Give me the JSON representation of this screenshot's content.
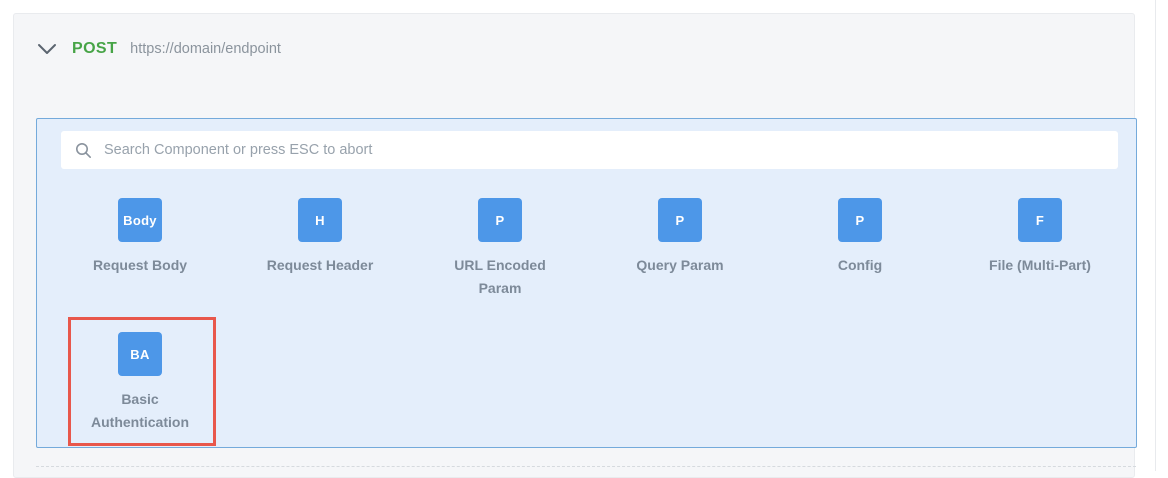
{
  "request": {
    "method": "POST",
    "url": "https://domain/endpoint"
  },
  "search": {
    "placeholder": "Search Component or press ESC to abort"
  },
  "components": [
    {
      "badge": "Body",
      "label": "Request Body",
      "lines": [
        "Request Body"
      ],
      "slug": "request-body",
      "highlighted": false
    },
    {
      "badge": "H",
      "label": "Request Header",
      "lines": [
        "Request Header"
      ],
      "slug": "request-header",
      "highlighted": false
    },
    {
      "badge": "P",
      "label": "URL Encoded Param",
      "lines": [
        "URL Encoded",
        "Param"
      ],
      "slug": "url-encoded-param",
      "highlighted": false
    },
    {
      "badge": "P",
      "label": "Query Param",
      "lines": [
        "Query Param"
      ],
      "slug": "query-param",
      "highlighted": false
    },
    {
      "badge": "P",
      "label": "Config",
      "lines": [
        "Config"
      ],
      "slug": "config",
      "highlighted": false
    },
    {
      "badge": "F",
      "label": "File (Multi-Part)",
      "lines": [
        "File (Multi-Part)"
      ],
      "slug": "file-multi-part",
      "highlighted": false
    },
    {
      "badge": "BA",
      "label": "Basic Authentication",
      "lines": [
        "Basic",
        "Authentication"
      ],
      "slug": "basic-authentication",
      "highlighted": true
    }
  ],
  "colors": {
    "method_green": "#47a447",
    "badge_blue": "#4d97e8",
    "panel_background": "#e4eefb",
    "panel_border": "#74aadb",
    "highlight_red": "#e8574b",
    "card_background": "#f5f6f8",
    "label_gray": "#7d8a99"
  }
}
